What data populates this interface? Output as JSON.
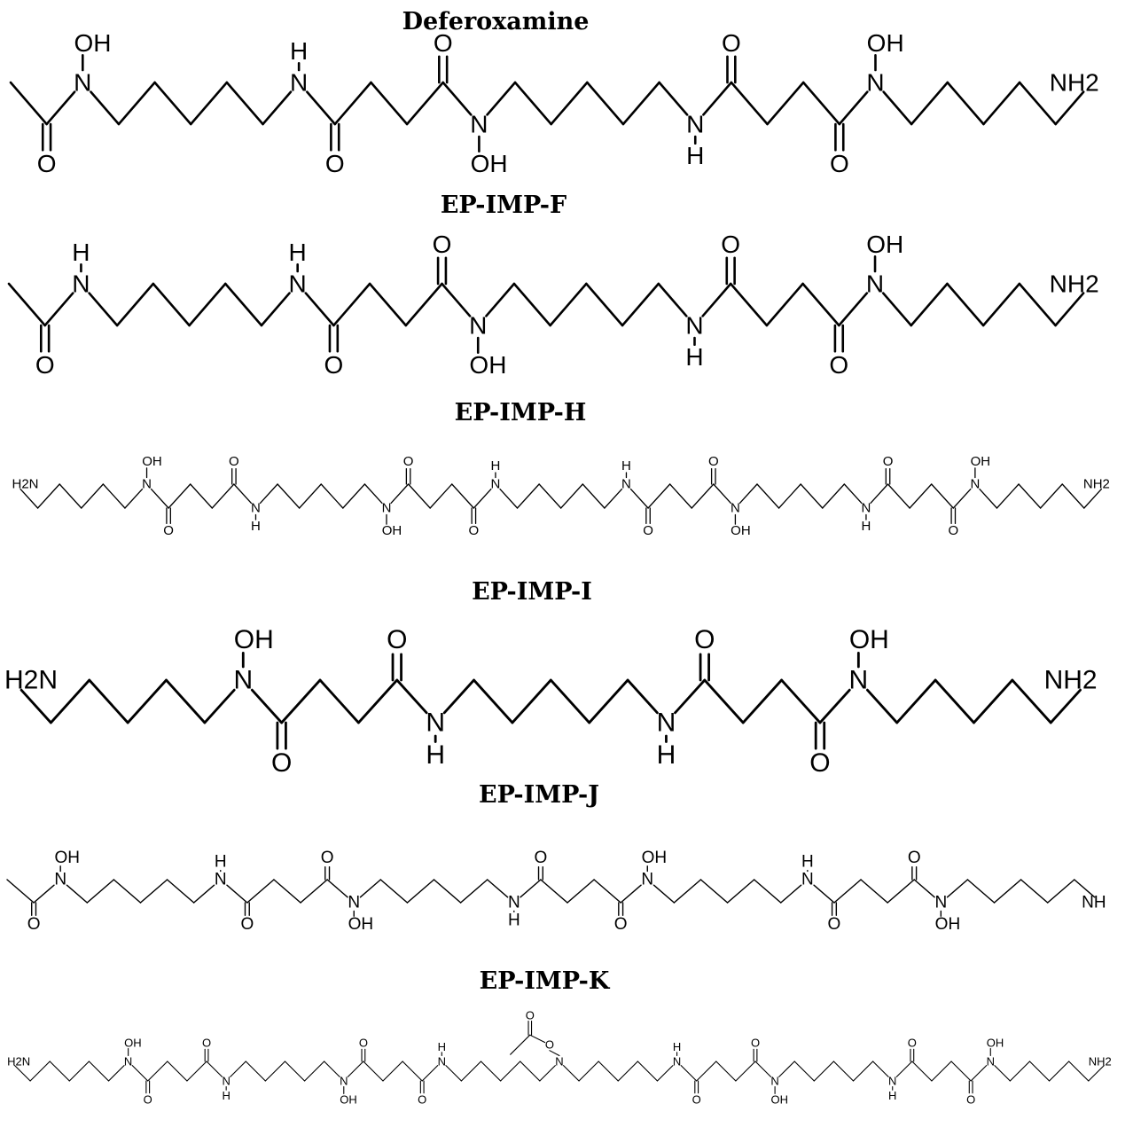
{
  "figure": {
    "structures": [
      {
        "name": "Deferoxamine",
        "units": [
          "Ac",
          "NOH",
          "C5",
          "NH",
          "CO",
          "C2",
          "CO",
          "NOH",
          "C5",
          "NH",
          "CO",
          "C2",
          "CO",
          "NOH",
          "C5",
          "NH2"
        ]
      },
      {
        "name": "EP-IMP-F",
        "units": [
          "Ac",
          "NH",
          "C5",
          "NH",
          "CO",
          "C2",
          "CO",
          "NOH",
          "C5",
          "NH",
          "CO",
          "C2",
          "CO",
          "NOH",
          "C5",
          "NH2"
        ]
      },
      {
        "name": "EP-IMP-H",
        "units": [
          "NH2",
          "C5",
          "NOH",
          "CO",
          "C2",
          "CO",
          "NH",
          "C5",
          "NOH",
          "CO",
          "C2",
          "CO",
          "NH",
          "C5",
          "NH",
          "CO",
          "C2",
          "CO",
          "NOH",
          "C5",
          "NH",
          "CO",
          "C2",
          "CO",
          "NOH",
          "C5",
          "NH2"
        ]
      },
      {
        "name": "EP-IMP-I",
        "units": [
          "NH2",
          "C5",
          "NOH",
          "CO",
          "C2",
          "CO",
          "NH",
          "C5",
          "NH",
          "CO",
          "C2",
          "CO",
          "NOH",
          "C5",
          "NH2"
        ]
      },
      {
        "name": "EP-IMP-J",
        "units": [
          "Ac",
          "NOH",
          "C5",
          "NH",
          "CO",
          "C2",
          "CO",
          "NOH",
          "C5",
          "NH",
          "CO",
          "C2",
          "CO",
          "NOH",
          "C5",
          "NH",
          "CO",
          "C2",
          "CO",
          "NOH",
          "C5",
          "NH2"
        ]
      },
      {
        "name": "EP-IMP-K",
        "units": [
          "NH2",
          "C5",
          "NOH",
          "CO",
          "C2",
          "CO",
          "NH",
          "C5",
          "NOH",
          "CO",
          "C2",
          "CO",
          "NH",
          "C5",
          "NOAc",
          "C5",
          "NH",
          "CO",
          "C2",
          "CO",
          "NOH",
          "C5",
          "NH",
          "CO",
          "C2",
          "CO",
          "NOH",
          "C5",
          "NH2"
        ]
      }
    ],
    "atom_labels": {
      "O": "O",
      "N": "N",
      "H": "H",
      "OH": "OH",
      "NH2_left": "H2N",
      "NH2_right": "NH2",
      "NH2_right_j": "NH"
    }
  }
}
